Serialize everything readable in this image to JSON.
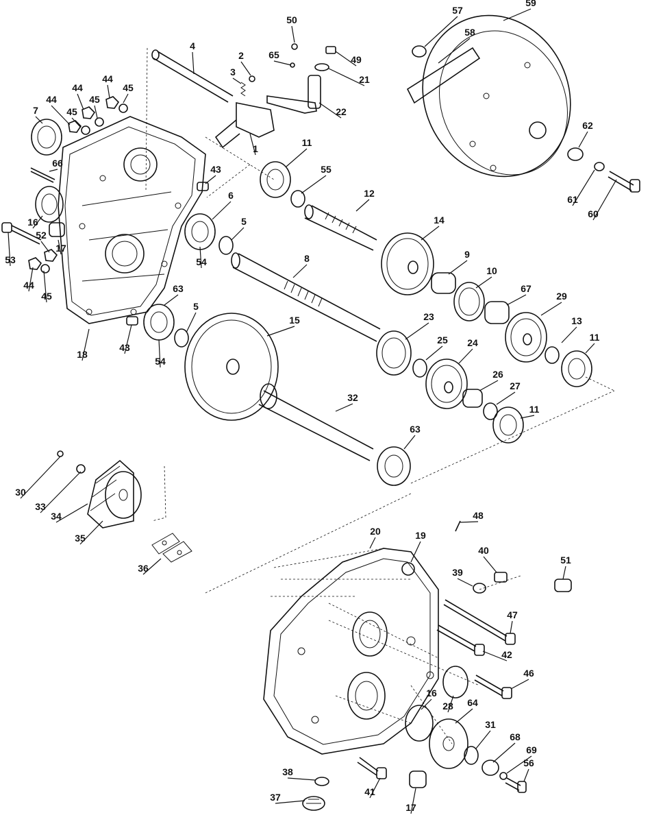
{
  "callouts": [
    "1",
    "2",
    "3",
    "4",
    "5",
    "5",
    "6",
    "7",
    "8",
    "9",
    "10",
    "11",
    "11",
    "11",
    "11",
    "12",
    "13",
    "14",
    "15",
    "16",
    "16",
    "17",
    "17",
    "18",
    "19",
    "20",
    "21",
    "22",
    "23",
    "24",
    "25",
    "26",
    "27",
    "28",
    "29",
    "30",
    "31",
    "32",
    "33",
    "34",
    "35",
    "36",
    "37",
    "38",
    "39",
    "40",
    "41",
    "42",
    "43",
    "43",
    "44",
    "44",
    "44",
    "44",
    "45",
    "45",
    "45",
    "45",
    "46",
    "47",
    "48",
    "49",
    "50",
    "51",
    "52",
    "53",
    "54",
    "54",
    "55",
    "56",
    "57",
    "58",
    "59",
    "60",
    "61",
    "62",
    "63",
    "63",
    "64",
    "65",
    "66",
    "67",
    "68",
    "69"
  ]
}
